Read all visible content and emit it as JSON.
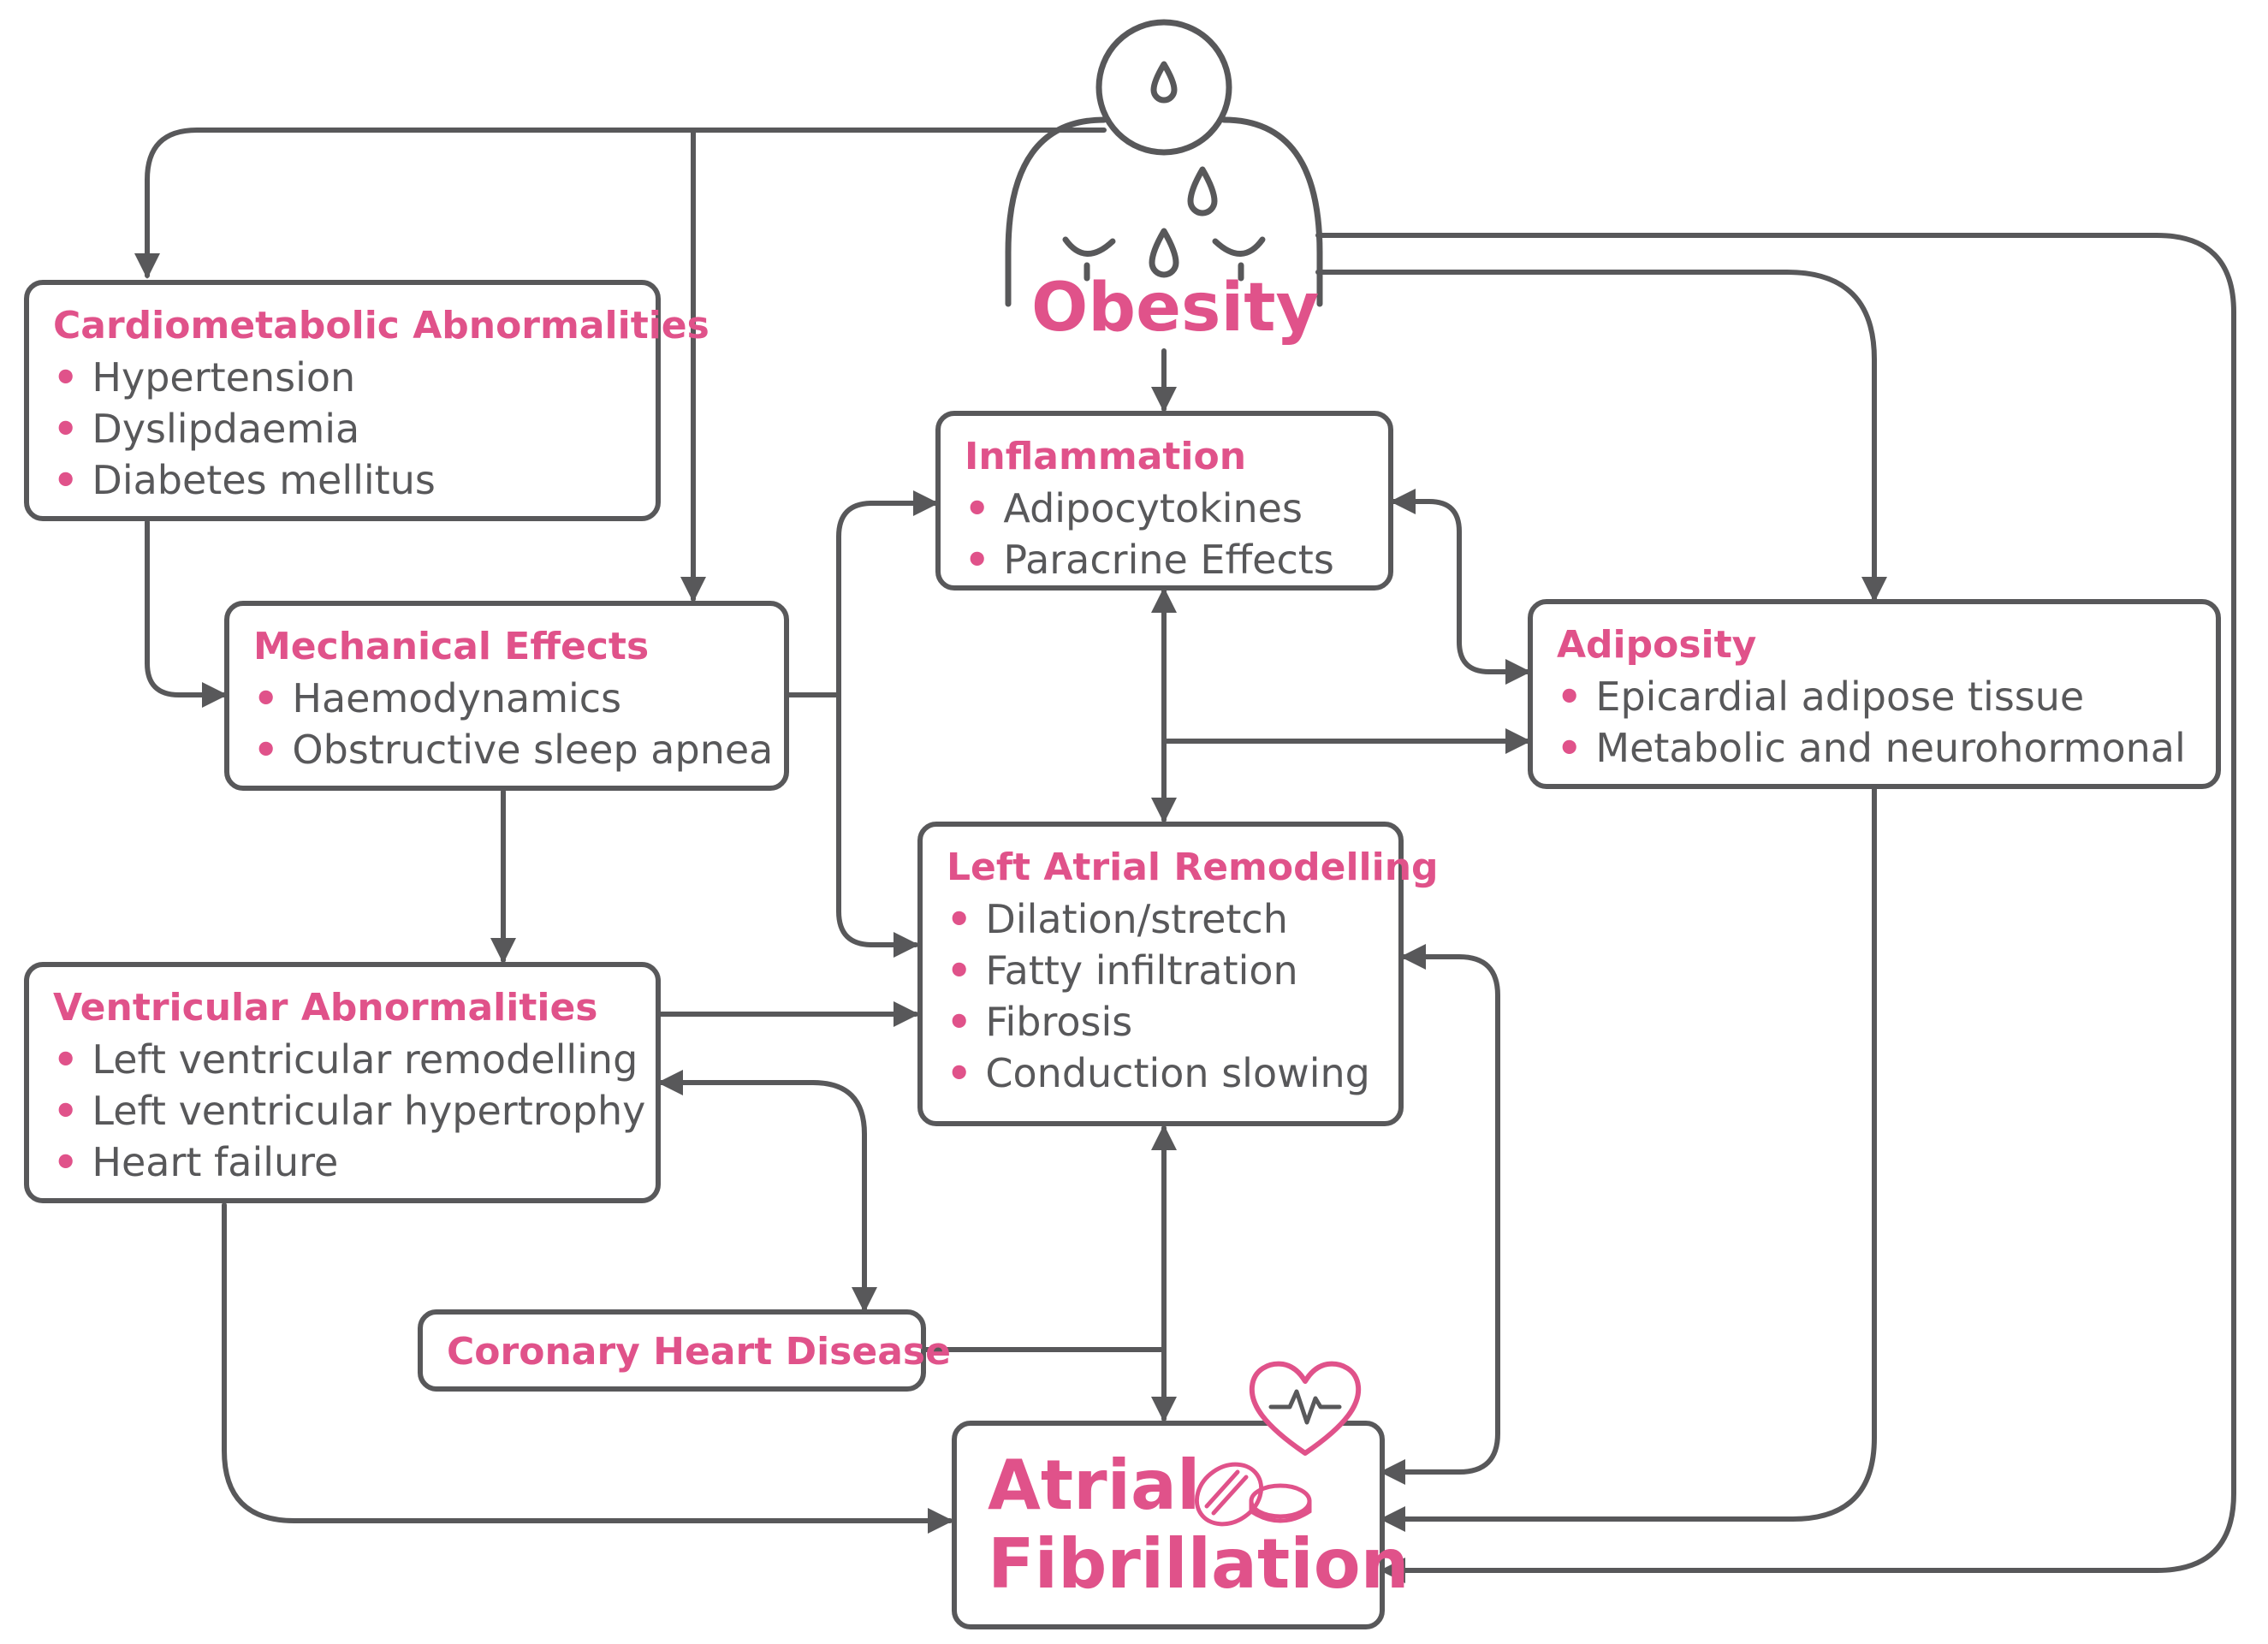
{
  "colors": {
    "accent": "#e0528a",
    "line": "#58585a",
    "background": "#ffffff"
  },
  "obesity": {
    "label": "Obesity",
    "icon": "person-sweating-icon"
  },
  "atrial_fibrillation": {
    "line1": "Atrial",
    "line2": "Fibrillation",
    "icons": [
      "heart-pulse-icon",
      "pills-icon"
    ]
  },
  "boxes": {
    "cardiometabolic": {
      "title": "Cardiometabolic Abnormalities",
      "items": [
        "Hypertension",
        "Dyslipdaemia",
        "Diabetes mellitus"
      ]
    },
    "mechanical": {
      "title": "Mechanical Effects",
      "items": [
        "Haemodynamics",
        "Obstructive sleep apnea"
      ]
    },
    "inflammation": {
      "title": "Inflammation",
      "items": [
        "Adipocytokines",
        "Paracrine Effects"
      ]
    },
    "adiposity": {
      "title": "Adiposity",
      "items": [
        "Epicardial adipose tissue",
        "Metabolic and neurohormonal"
      ]
    },
    "left_atrial": {
      "title": "Left Atrial Remodelling",
      "items": [
        "Dilation/stretch",
        "Fatty infiltration",
        "Fibrosis",
        "Conduction slowing"
      ]
    },
    "ventricular": {
      "title": "Ventricular Abnormalities",
      "items": [
        "Left ventricular remodelling",
        "Left ventricular hypertrophy",
        "Heart failure"
      ]
    },
    "coronary": {
      "title": "Coronary Heart Disease",
      "items": []
    }
  }
}
